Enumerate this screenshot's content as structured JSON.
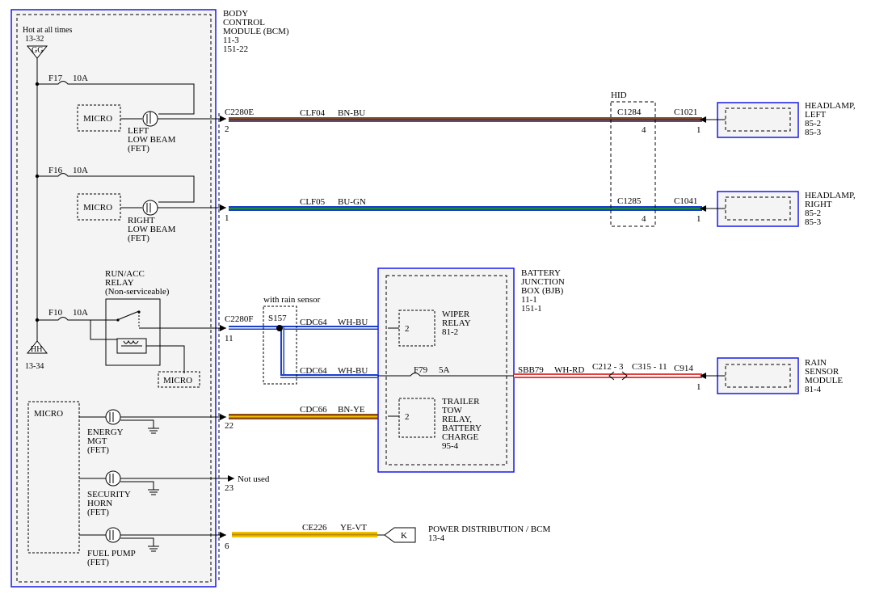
{
  "bcm": {
    "title": [
      "BODY",
      "CONTROL",
      "MODULE (BCM)",
      "11-3",
      "151-22"
    ]
  },
  "power": {
    "hot_label": "Hot at all times",
    "hot_ref": "13-32",
    "top_connector": "GG",
    "bottom_connector": "HH",
    "bottom_ref": "13-34"
  },
  "fuses": {
    "f17": "F17",
    "f17_rating": "10A",
    "f16": "F16",
    "f16_rating": "10A",
    "f10": "F10",
    "f10_rating": "10A",
    "f79": "F79",
    "f79_rating": "5A"
  },
  "micro": "MICRO",
  "fets": {
    "left": [
      "LEFT",
      "LOW BEAM",
      "(FET)"
    ],
    "right": [
      "RIGHT",
      "LOW BEAM",
      "(FET)"
    ],
    "energy": [
      "ENERGY",
      "MGT",
      "(FET)"
    ],
    "security": [
      "SECURITY",
      "HORN",
      "(FET)"
    ],
    "fuel": [
      "FUEL PUMP",
      "(FET)"
    ]
  },
  "relay": {
    "label": [
      "RUN/ACC",
      "RELAY",
      "(Non-serviceable)"
    ]
  },
  "connectors": {
    "c2280e": "C2280E",
    "c2280f": "C2280F",
    "pin2": "2",
    "pin1": "1",
    "pin11": "11",
    "pin22": "22",
    "pin23": "23",
    "pin6": "6"
  },
  "wires": {
    "clf04": "CLF04",
    "clf04_color": "BN-BU",
    "clf05": "CLF05",
    "clf05_color": "BU-GN",
    "cdc64a": "CDC64",
    "cdc64a_color": "WH-BU",
    "cdc64b": "CDC64",
    "cdc64b_color": "WH-BU",
    "cdc66": "CDC66",
    "cdc66_color": "BN-YE",
    "ce226": "CE226",
    "ce226_color": "YE-VT",
    "sbb79": "SBB79",
    "sbb79_color": "WH-RD"
  },
  "hid": {
    "label": "HID",
    "c1284": "C1284",
    "c1285": "C1285",
    "pin4a": "4",
    "pin4b": "4"
  },
  "headlamps": {
    "c1021": "C1021",
    "c1021_pin": "1",
    "c1041": "C1041",
    "c1041_pin": "1",
    "left": [
      "HEADLAMP,",
      "LEFT",
      "85-2",
      "85-3"
    ],
    "right": [
      "HEADLAMP,",
      "RIGHT",
      "85-2",
      "85-3"
    ]
  },
  "splice": {
    "note": "with rain sensor",
    "id": "S157"
  },
  "bjb": {
    "title": [
      "BATTERY",
      "JUNCTION",
      "BOX (BJB)",
      "11-1",
      "151-1"
    ],
    "wiper": [
      "WIPER",
      "RELAY",
      "81-2"
    ],
    "trailer": [
      "TRAILER",
      "TOW",
      "RELAY,",
      "BATTERY",
      "CHARGE",
      "95-4"
    ],
    "pin2a": "2",
    "pin2b": "2"
  },
  "rain": {
    "c212": "C212 - 3",
    "c315": "C315 - 11",
    "c914": "C914",
    "pin1": "1",
    "title": [
      "RAIN",
      "SENSOR",
      "MODULE",
      "81-4"
    ]
  },
  "notused": "Not used",
  "power_dist": {
    "connector": "K",
    "title": "POWER DISTRIBUTION / BCM",
    "ref": "13-4"
  },
  "colors": {
    "module_border": "#1a1ae6",
    "wire_brown": "#8b4a14",
    "wire_blue": "#1a3fc9",
    "wire_yellow": "#f2c200",
    "wire_red": "#e04040"
  }
}
